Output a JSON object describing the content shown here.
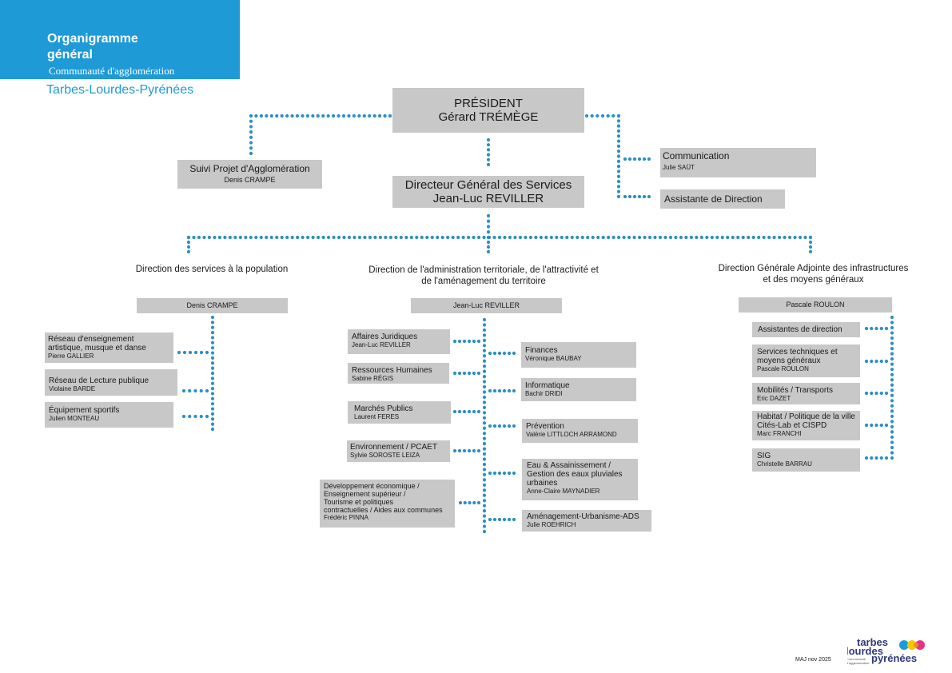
{
  "header": {
    "title_line1": "Organigramme",
    "title_line2": "général",
    "subtitle": "Communauté d'agglomération",
    "city": "Tarbes-Lourdes-Pyrénées"
  },
  "president": {
    "role": "PRÉSIDENT",
    "name": "Gérard TRÉMÈGE"
  },
  "dgs": {
    "role": "Directeur Général des Services",
    "name": "Jean-Luc REVILLER"
  },
  "suivi": {
    "label": "Suivi Projet d'Agglomération",
    "name": "Denis CRAMPE"
  },
  "communication": {
    "label": "Communication",
    "name": "Julie SAÜT"
  },
  "assistante": {
    "label": "Assistante de Direction"
  },
  "directions": {
    "population": {
      "title": "Direction des services à la population",
      "head": "Denis CRAMPE"
    },
    "administration": {
      "title_l1": "Direction de l'administration territoriale, de l'attractivité et",
      "title_l2": "de l'aménagement du territoire",
      "head": "Jean-Luc REVILLER"
    },
    "infra": {
      "title_l1": "Direction Générale Adjointe des infrastructures",
      "title_l2": "et des moyens généraux",
      "head": "Pascale ROULON"
    }
  },
  "population_units": [
    {
      "l1": "Réseau d'enseignement",
      "l2": "artistique, musque et danse",
      "name": "Pierre GALLIER"
    },
    {
      "l1": "Réseau de Lecture publique",
      "name": "Violaine BARDE"
    },
    {
      "l1": "Équipement sportifs",
      "name": "Julien MONTEAU"
    }
  ],
  "admin_left": [
    {
      "l1": "Affaires Juridiques",
      "name": "Jean-Luc REVILLER"
    },
    {
      "l1": "Ressources Humaines",
      "name": "Sabine RÉGIS"
    },
    {
      "l1": "Marchés Publics",
      "name": "Laurent FERES"
    },
    {
      "l1": "Environnement / PCAET",
      "name": "Sylvie SOROSTE LEIZA"
    },
    {
      "l1": "Développement économique /",
      "l2": "Enseignement supérieur /",
      "l3": "Tourisme et politiques",
      "l4": "contractuelles / Aides aux communes",
      "name": "Frédéric PINNA"
    }
  ],
  "admin_right": [
    {
      "l1": "Finances",
      "name": "Véronique BAUBAY"
    },
    {
      "l1": "Informatique",
      "name": "Bachir DRIDI"
    },
    {
      "l1": "Prévention",
      "name": "Valérie LITTLOCH ARRAMOND"
    },
    {
      "l1": "Eau & Assainissement /",
      "l2": "Gestion des eaux pluviales",
      "l3": "urbaines",
      "name": "Anne-Claire MAYNADIER"
    },
    {
      "l1": "Aménagement-Urbanisme-ADS",
      "name": "Julie ROEHRICH"
    }
  ],
  "infra_units": [
    {
      "l1": "Assistantes de direction"
    },
    {
      "l1": "Services techniques et",
      "l2": "moyens généraux",
      "name": "Pascale ROULON"
    },
    {
      "l1": "Mobilités / Transports",
      "name": "Eric DAZET"
    },
    {
      "l1": "Habitat / Politique de la ville",
      "l2": "Cités-Lab et CISPD",
      "name": "Marc FRANCHI"
    },
    {
      "l1": "SIG",
      "name": "Christelle BARRAU"
    }
  ],
  "footer": {
    "maj": "MAJ nov 2025",
    "logo_l1": "tarbes",
    "logo_l2": "lourdes",
    "logo_l3": "pyrénées",
    "logo_small_l1": "Communauté",
    "logo_small_l2": "d'agglomération"
  },
  "colors": {
    "accent": "#1e9ad6",
    "box": "#c8c8c8",
    "connector": "#2a8fc8"
  }
}
